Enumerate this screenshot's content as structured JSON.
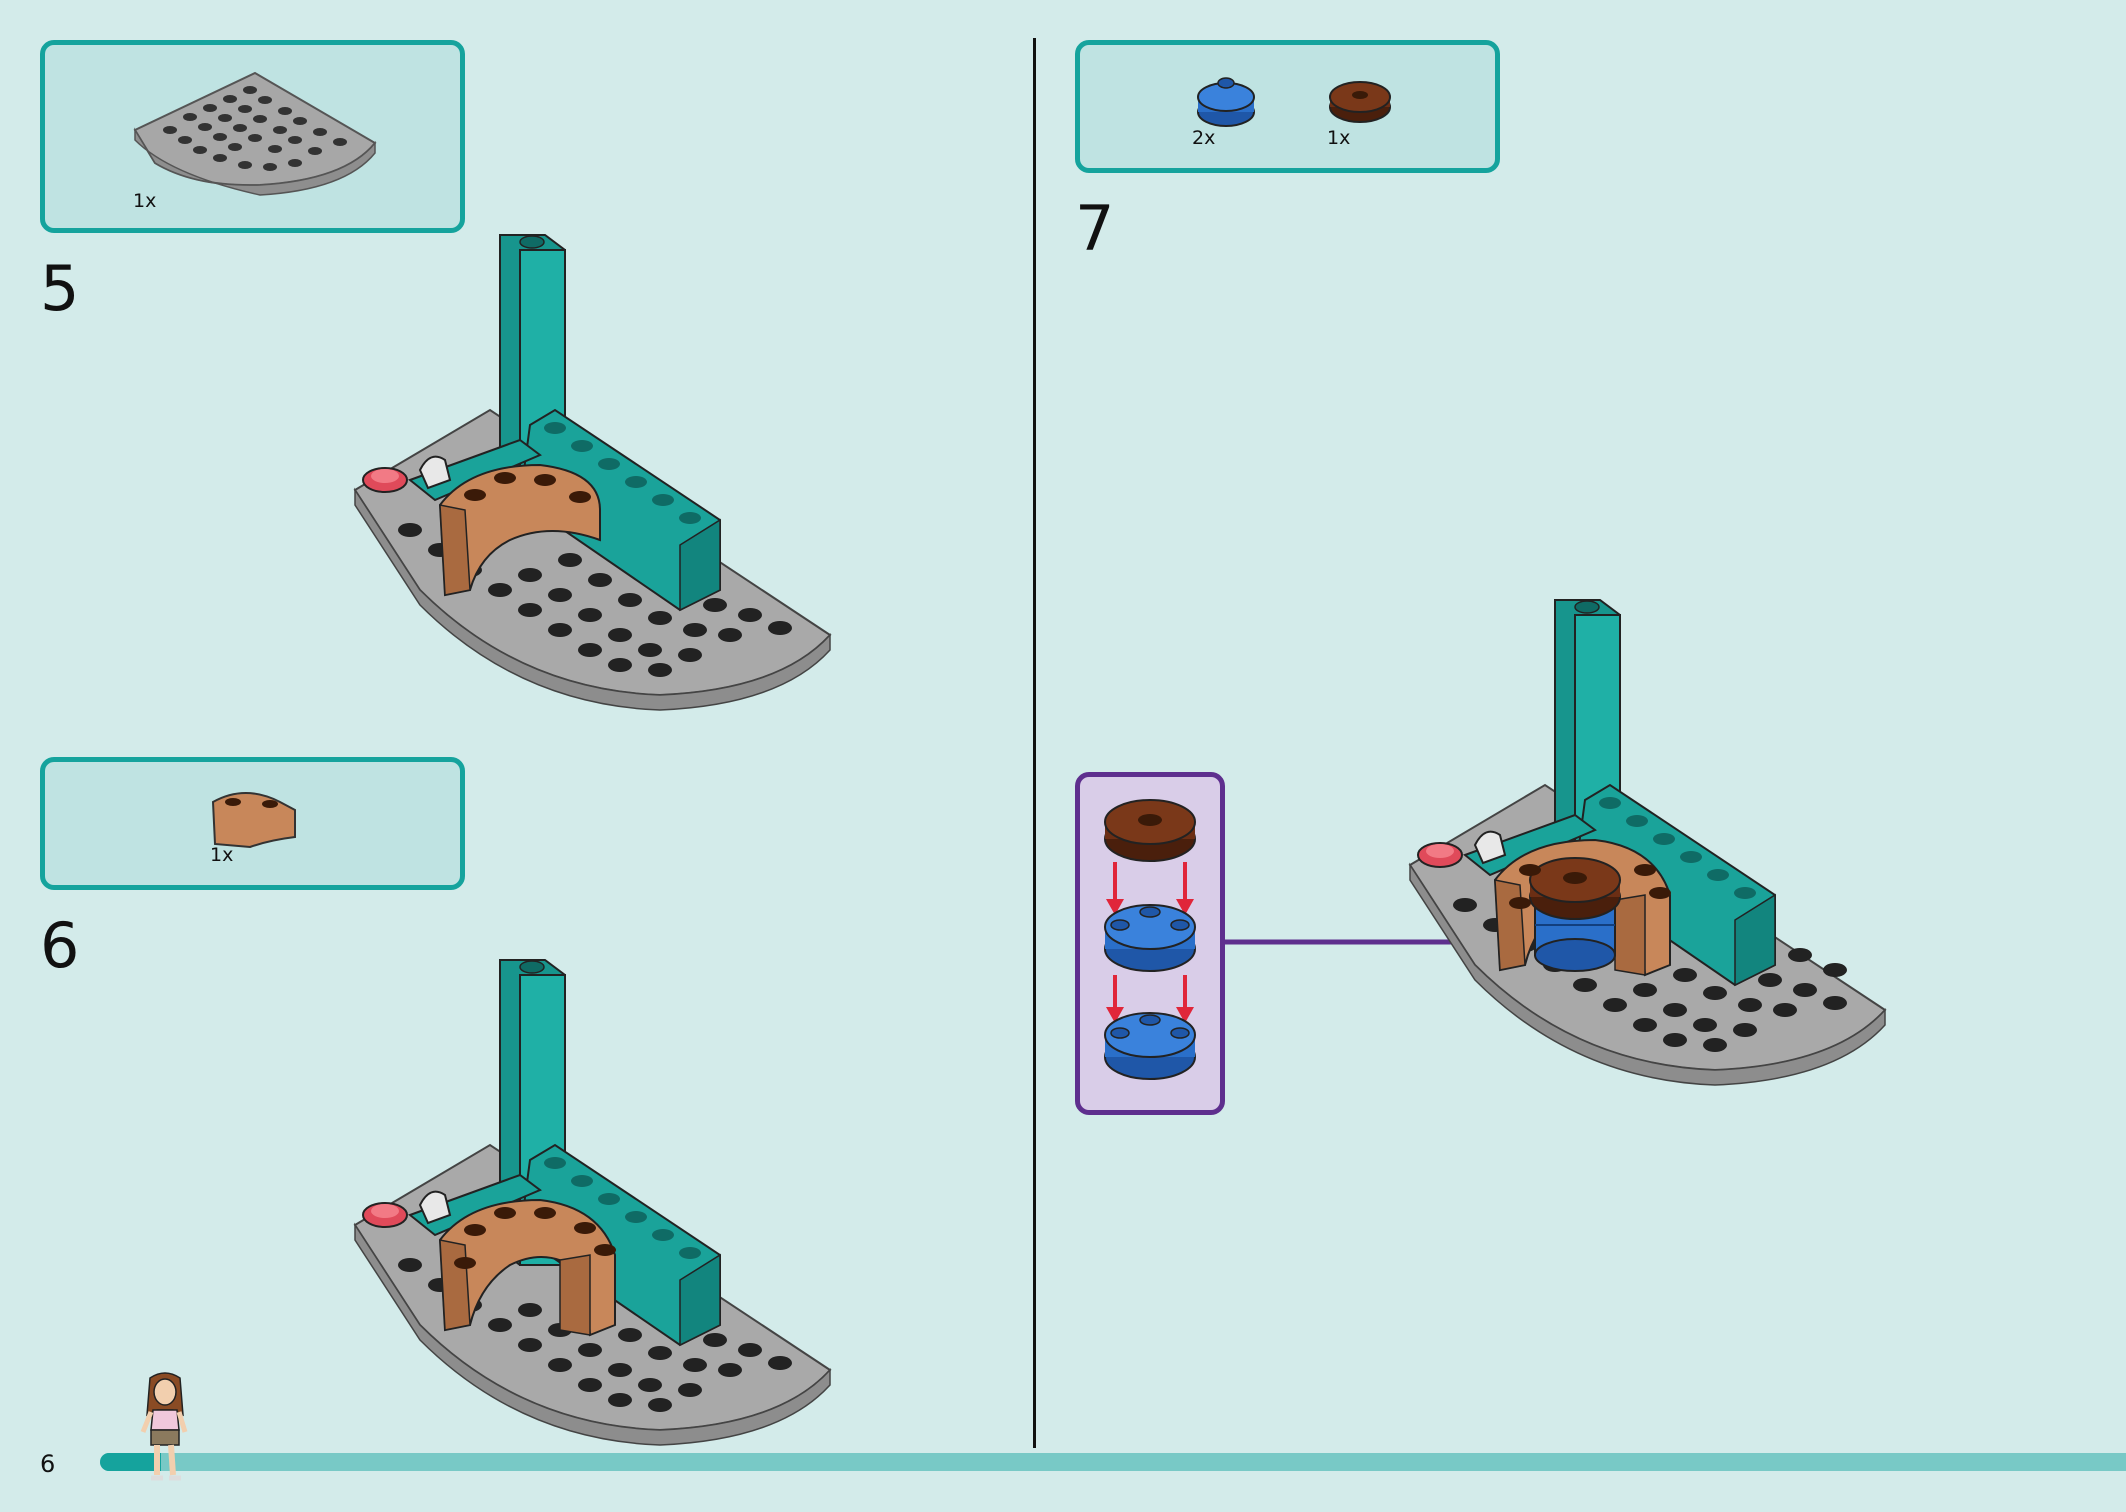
{
  "page": {
    "number": "6",
    "progress_fraction": 0.03
  },
  "colors": {
    "background": "#d3ebea",
    "callout_fill": "#bfe3e2",
    "callout_border": "#15a39d",
    "subassembly_fill": "#d9cde8",
    "subassembly_border": "#5e2f8e",
    "brick_gray": "#a9a9a9",
    "brick_teal": "#1aa39a",
    "brick_tan": "#c8875a",
    "brick_blue": "#2a6fc9",
    "brick_brown": "#6b2e14",
    "brick_red": "#e04a5a"
  },
  "steps": [
    {
      "number": "5",
      "parts": [
        {
          "qty": "1x",
          "part": "gray-quarter-round-plate"
        }
      ]
    },
    {
      "number": "6",
      "parts": [
        {
          "qty": "1x",
          "part": "tan-curved-brick"
        }
      ]
    },
    {
      "number": "7",
      "parts": [
        {
          "qty": "2x",
          "part": "blue-round-plate"
        },
        {
          "qty": "1x",
          "part": "brown-round-tile"
        }
      ]
    }
  ]
}
